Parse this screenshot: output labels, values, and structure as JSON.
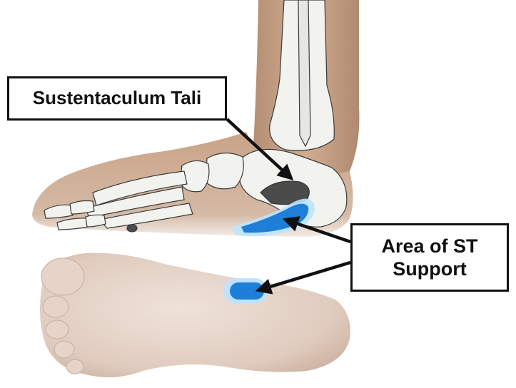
{
  "labels": {
    "sustentaculum_tali": "Sustentaculum Tali",
    "area_line1": "Area of ST",
    "area_line2": "Support"
  },
  "colors": {
    "skin": "#c9a386",
    "skin_shadow": "#a9826a",
    "sole": "#e2cfc3",
    "bone": "#f2f2ef",
    "bone_outline": "#3a3a3a",
    "support_pad": "#1e7fd8",
    "support_glow": "#bfe3ff",
    "arrow": "#111111"
  },
  "icons": {
    "arrow_to_st": "arrow-icon",
    "arrow_to_pad": "arrow-icon",
    "arrow_to_sole_pad": "arrow-icon"
  }
}
